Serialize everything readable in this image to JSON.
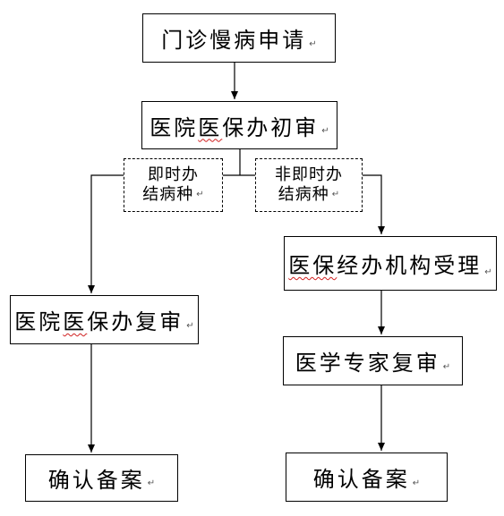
{
  "nodes": {
    "apply": "门诊慢病申请",
    "initial_review_a": "医院",
    "initial_review_b": "医",
    "initial_review_c": "保办初审",
    "branch_left_line1": "即时办",
    "branch_left_line2": "结病种",
    "branch_right_line1": "非即时办",
    "branch_right_line2": "结病种",
    "agency_accept_a": "医保",
    "agency_accept_b": "经办机构受理",
    "hospital_re_review_a": "医院",
    "hospital_re_review_b": "医",
    "hospital_re_review_c": "保办复审",
    "expert_re_review": "医学专家复审",
    "confirm_left": "确认备案",
    "confirm_right": "确认备案"
  },
  "paragraph_mark": "↵"
}
